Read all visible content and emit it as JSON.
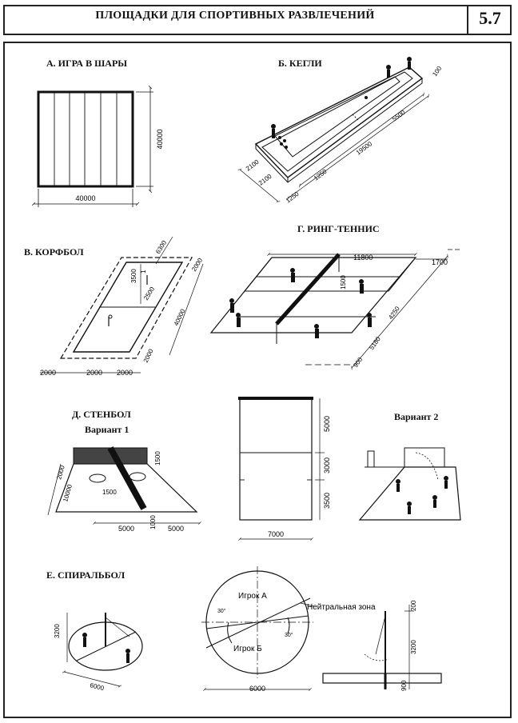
{
  "header": {
    "title": "ПЛОЩАДКИ ДЛЯ СПОРТИВНЫХ РАЗВЛЕЧЕНИЙ",
    "sheet_number": "5.7"
  },
  "sections": {
    "a": {
      "title": "А. ИГРА В ШАРЫ",
      "dim_width": "40000",
      "dim_height": "40000"
    },
    "b": {
      "title": "Б. КЕГЛИ",
      "dims": [
        "100",
        "5500",
        "19500",
        "1250",
        "2100",
        "2100",
        "1250"
      ]
    },
    "v": {
      "title": "В. КОРФБОЛ",
      "dims": [
        "6300",
        "2000",
        "3500",
        "1",
        "2500",
        "40000",
        "2000",
        "2000",
        "2000",
        "2000"
      ]
    },
    "g": {
      "title": "Г. РИНГ-ТЕННИС",
      "dims": [
        "11800",
        "1700",
        "1500",
        "4250",
        "5180",
        "900"
      ]
    },
    "d": {
      "title": "Д. СТЕНБОЛ",
      "variant1": "Вариант 1",
      "variant2": "Вариант 2",
      "dims_v1": [
        "1500",
        "2000",
        "10000",
        "1500",
        "5000",
        "1000",
        "5000"
      ],
      "dims_plan": [
        "5000",
        "3000",
        "3500",
        "7000"
      ]
    },
    "e": {
      "title": "Е. СПИРАЛЬБОЛ",
      "player_a": "Игрок А",
      "player_b": "Игрок Б",
      "neutral_zone": "Нейтральная зона",
      "angle_left": "30°",
      "angle_right": "30°",
      "dims_persp": [
        "3200",
        "6000"
      ],
      "dims_plan": [
        "6000"
      ],
      "dims_side": [
        "200",
        "3200",
        "900"
      ]
    }
  }
}
